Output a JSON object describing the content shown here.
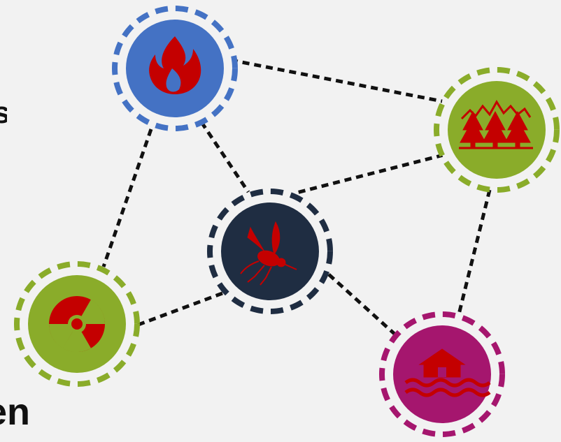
{
  "labels": {
    "cut_left_glyph": "s",
    "cut_bottom_word": "en"
  },
  "colors": {
    "background": "#f2f2f2",
    "connector": "#111111",
    "icon_red": "#c40000",
    "fire_node": "#4472c4",
    "forest_node": "#8aac2a",
    "radiation_node": "#8aac2a",
    "insect_node": "#1f2d42",
    "flood_node": "#a5166e"
  },
  "nodes": [
    {
      "id": "fire",
      "icon": "fire-icon"
    },
    {
      "id": "forest",
      "icon": "forest-icon"
    },
    {
      "id": "insect",
      "icon": "mosquito-icon"
    },
    {
      "id": "radiation",
      "icon": "radiation-icon"
    },
    {
      "id": "flood",
      "icon": "flood-house-icon"
    }
  ]
}
